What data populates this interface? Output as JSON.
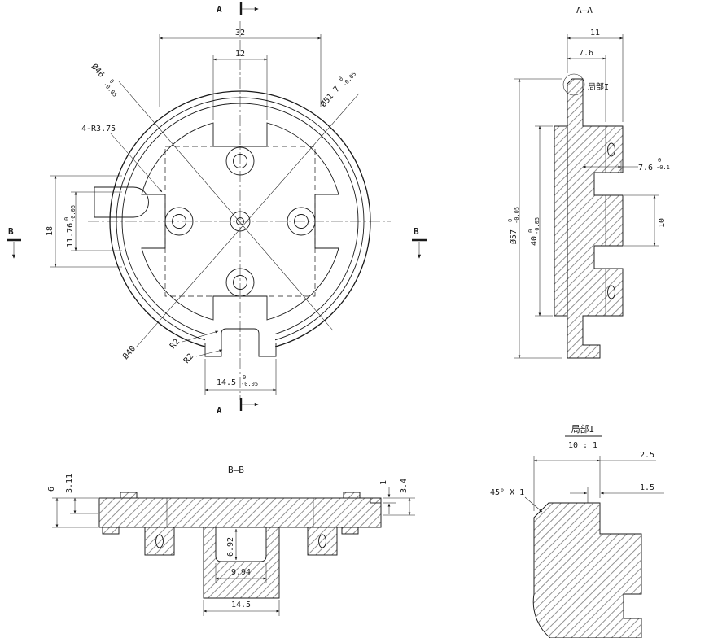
{
  "front": {
    "marker_a_top": "A",
    "marker_a_bottom": "A",
    "marker_b_left": "B",
    "marker_b_right": "B",
    "dim_32": "32",
    "dim_12": "12",
    "dia46": {
      "v": "Ø46",
      "t": "0",
      "b": "-0.05"
    },
    "dia517": {
      "v": "Ø51.7",
      "t": "0",
      "b": "-0.05"
    },
    "r375": "4-R3.75",
    "dim_18": "18",
    "dim_1176": {
      "v": "11.76",
      "t": "0",
      "b": "-0.05"
    },
    "dia40": "Ø40",
    "r2a": "R2",
    "r2b": "R2",
    "dim_145": {
      "v": "14.5",
      "t": "0",
      "b": "-0.05"
    }
  },
  "aa": {
    "title": "A—A",
    "dim_11": "11",
    "dim_76": "7.6",
    "detail_ref": "局部I",
    "dia57": {
      "v": "Ø57",
      "t": "0",
      "b": "-0.05"
    },
    "dim_40": {
      "v": "40",
      "t": "0",
      "b": "-0.05"
    },
    "dim_76r": {
      "v": "7.6",
      "t": "0",
      "b": "-0.1"
    },
    "dim_10": "10"
  },
  "bb": {
    "title": "B—B",
    "dim_6": "6",
    "dim_311": "3.11",
    "dim_1": "1",
    "dim_34": "3.4",
    "dim_692": "6.92",
    "dim_994": "9.94",
    "dim_145": "14.5"
  },
  "detail": {
    "title": "局部I",
    "scale": "10 : 1",
    "dim_25": "2.5",
    "dim_15": "1.5",
    "chamfer": "45° X 1"
  }
}
